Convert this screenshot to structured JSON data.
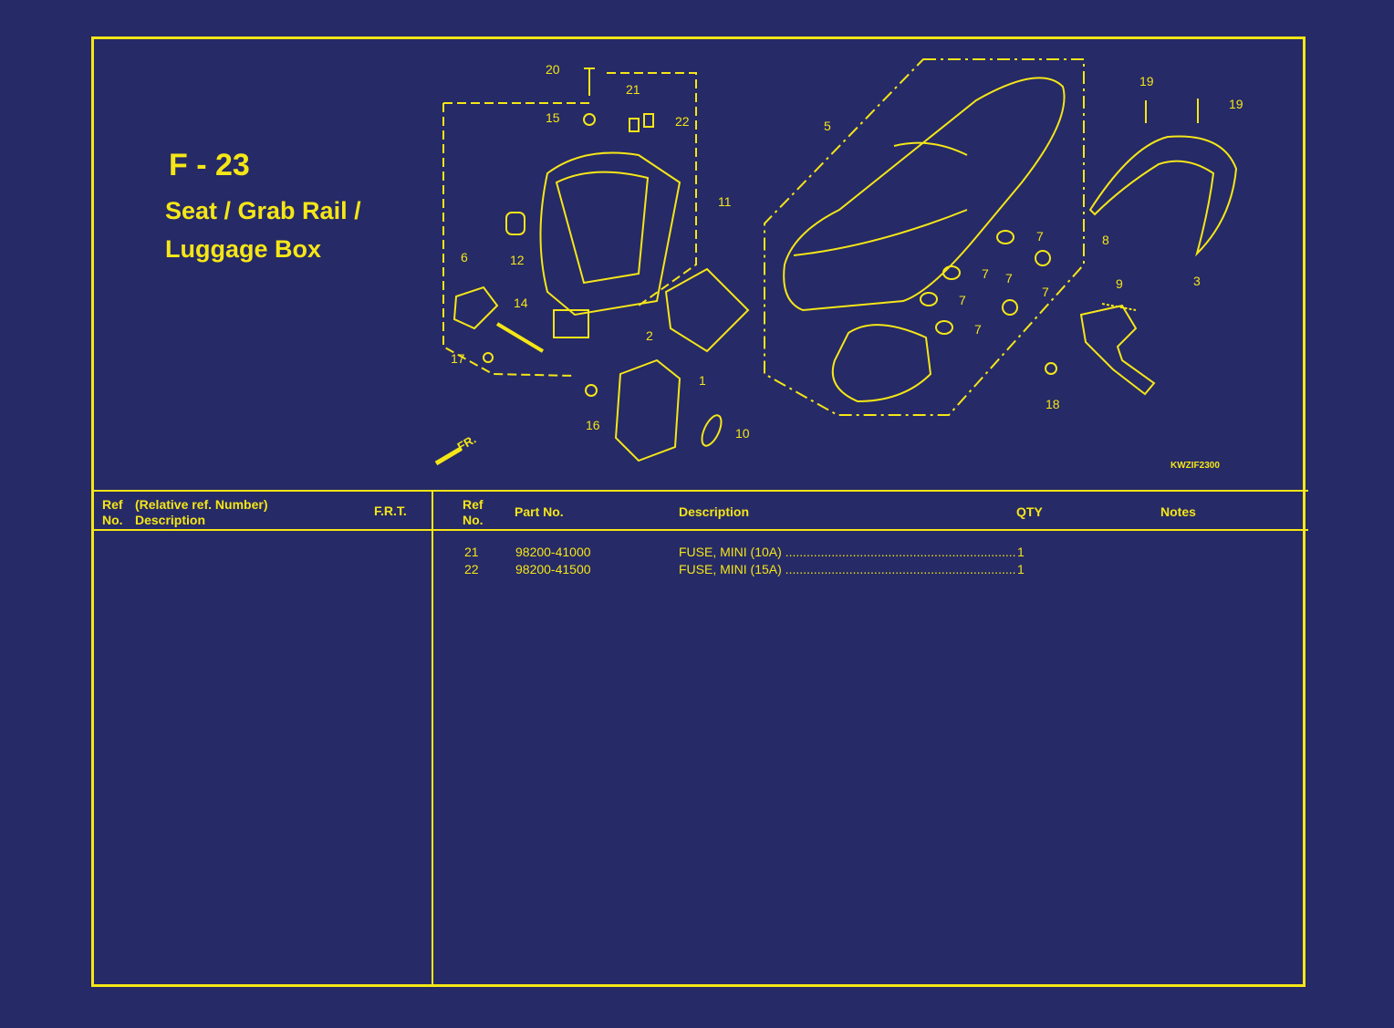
{
  "figure": {
    "code": "F - 23",
    "title_lines": [
      "Seat / Grab Rail /",
      "Luggage Box"
    ],
    "drawing_id": "KWZIF2300",
    "front_arrow_label": "FR.",
    "callouts": [
      "20",
      "21",
      "15",
      "22",
      "11",
      "12",
      "6",
      "14",
      "17",
      "2",
      "1",
      "16",
      "10",
      "5",
      "7",
      "7",
      "7",
      "7",
      "7",
      "7",
      "8",
      "9",
      "18",
      "19",
      "19",
      "3"
    ]
  },
  "left_table": {
    "headers": {
      "ref": "Ref",
      "no": "No.",
      "relative": "(Relative ref. Number)",
      "description": "Description",
      "frt": "F.R.T."
    }
  },
  "right_table": {
    "headers": {
      "ref": "Ref",
      "no": "No.",
      "part_no": "Part No.",
      "description": "Description",
      "qty": "QTY",
      "notes": "Notes"
    },
    "rows": [
      {
        "ref": "21",
        "part_no": "98200-41000",
        "description": "FUSE, MINI (10A)",
        "qty": "1",
        "notes": ""
      },
      {
        "ref": "22",
        "part_no": "98200-41500",
        "description": "FUSE, MINI (15A)",
        "qty": "1",
        "notes": ""
      }
    ]
  },
  "colors": {
    "background": "#262a66",
    "foreground": "#f5e617"
  }
}
